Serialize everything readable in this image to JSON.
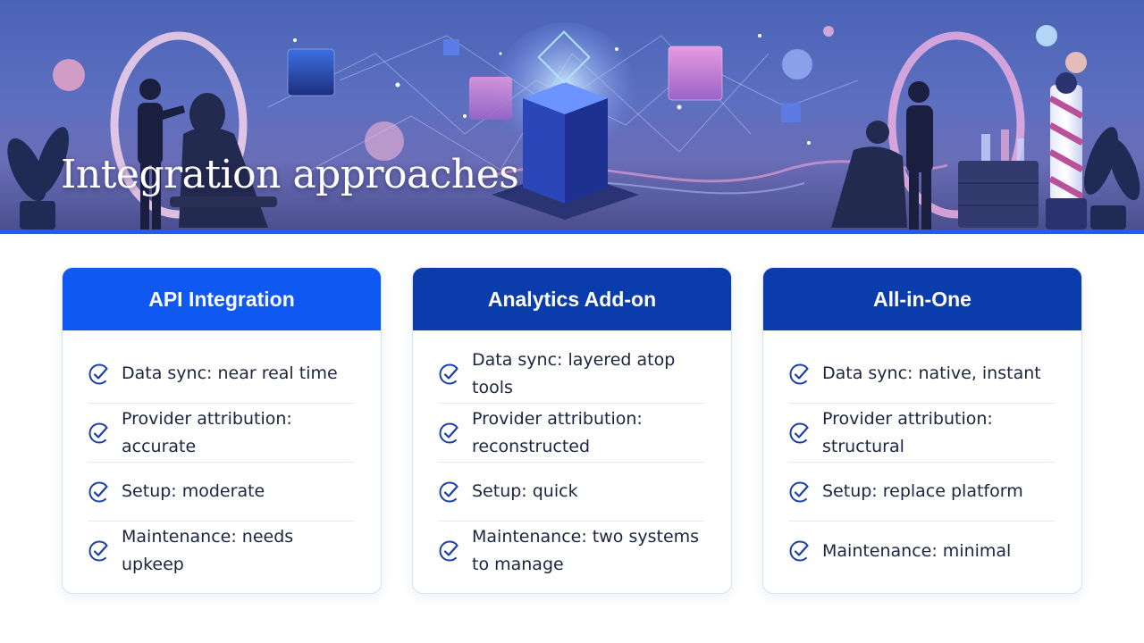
{
  "slide": {
    "title": "Integration approaches"
  },
  "colors": {
    "accent_blue": "#1f5cf0",
    "card_head_1": "#0f58f2",
    "card_head_dark": "#0b3cab",
    "check_icon": "#1b3fa8"
  },
  "cards": [
    {
      "title": "API Integration",
      "items": [
        "Data sync: near real time",
        "Provider attribution: accurate",
        "Setup: moderate",
        "Maintenance: needs upkeep"
      ]
    },
    {
      "title": "Analytics Add-on",
      "items": [
        "Data sync: layered atop tools",
        "Provider attribution: reconstructed",
        "Setup: quick",
        "Maintenance: two systems to manage"
      ]
    },
    {
      "title": "All-in-One",
      "items": [
        "Data sync: native, instant",
        "Provider attribution: structural",
        "Setup: replace platform",
        "Maintenance: minimal"
      ]
    }
  ]
}
